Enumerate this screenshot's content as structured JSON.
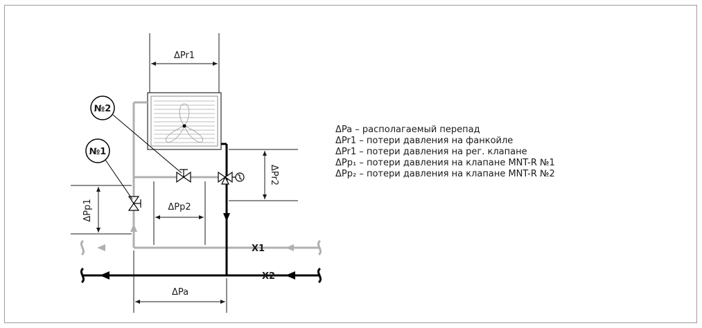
{
  "diagram": {
    "labels": {
      "dpr1_top": "ΔPr1",
      "dpr2": "ΔPr2",
      "dpp1": "ΔPp1",
      "dpp2": "ΔPp2",
      "dpa": "ΔPa",
      "x1": "X1",
      "x2": "X2",
      "no1": "№1",
      "no2": "№2"
    },
    "colors": {
      "supply": "#000000",
      "return": "#b0b0b0",
      "dim": "#1a1a1a"
    }
  },
  "legend": [
    "ΔPa – располагаемый перепад",
    "ΔPr1 – потери давления на фанкойле",
    "ΔPr1 – потери давления на рег. клапане",
    "ΔPp₁ – потери давления на клапане MNT-R №1",
    "ΔPp₂ – потери давления на клапане MNT-R №2"
  ]
}
